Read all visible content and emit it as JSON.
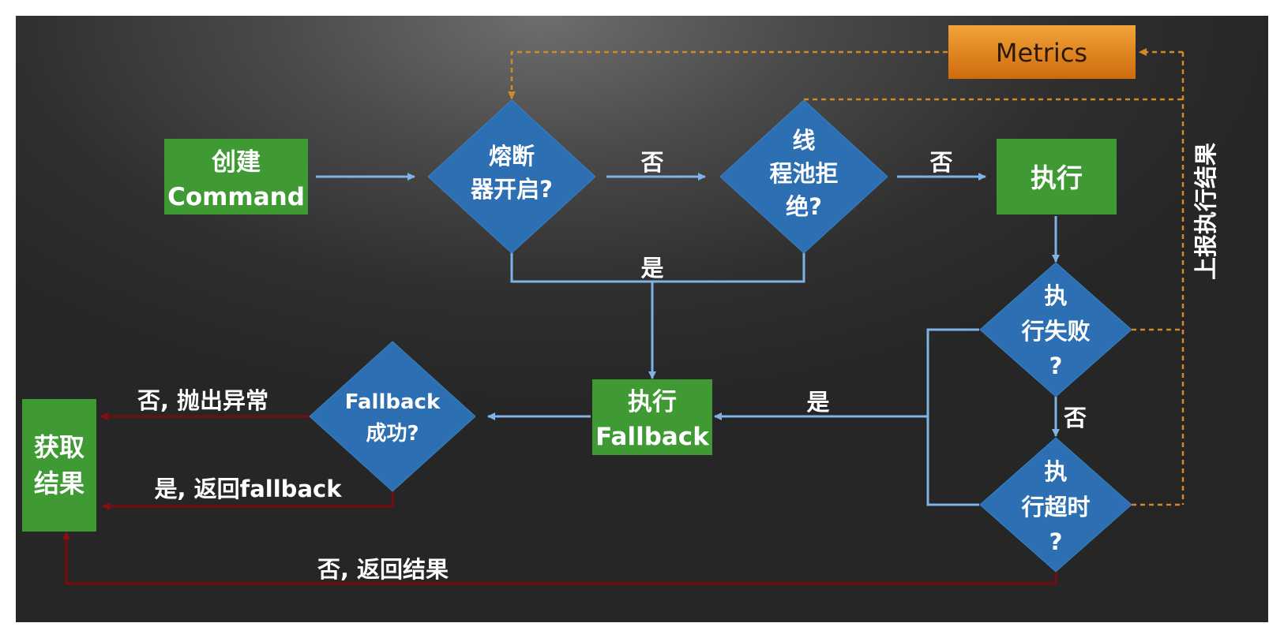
{
  "nodes": {
    "create_command": [
      "创建",
      "Command"
    ],
    "circuit_open": [
      "熔断",
      "器开启?"
    ],
    "threadpool_reject": [
      "线",
      "程池拒",
      "绝?"
    ],
    "execute": [
      "执行"
    ],
    "exec_failed": [
      "执",
      "行失败",
      "?"
    ],
    "exec_timeout": [
      "执",
      "行超时",
      "?"
    ],
    "exec_fallback": [
      "执行",
      "Fallback"
    ],
    "fallback_success": [
      "Fallback",
      "成功?"
    ],
    "get_result": [
      "获取",
      "结果"
    ],
    "metrics": "Metrics"
  },
  "labels": {
    "no_1": "否",
    "no_2": "否",
    "yes_merge": "是",
    "yes_failure": "是",
    "no_failure": "否",
    "no_throw": "否, 抛出异常",
    "yes_return_fallback": "是, 返回fallback",
    "no_return_result": "否, 返回结果",
    "report_result": "上报执行结果"
  },
  "colors": {
    "process_green": "#3f9a33",
    "decision_blue": "#2c6fb2",
    "metrics_orange": "#e07f1b",
    "flow_arrow": "#7fb2e5",
    "result_arrow": "#7a0b0b",
    "dashed_orange": "#d18a25"
  }
}
